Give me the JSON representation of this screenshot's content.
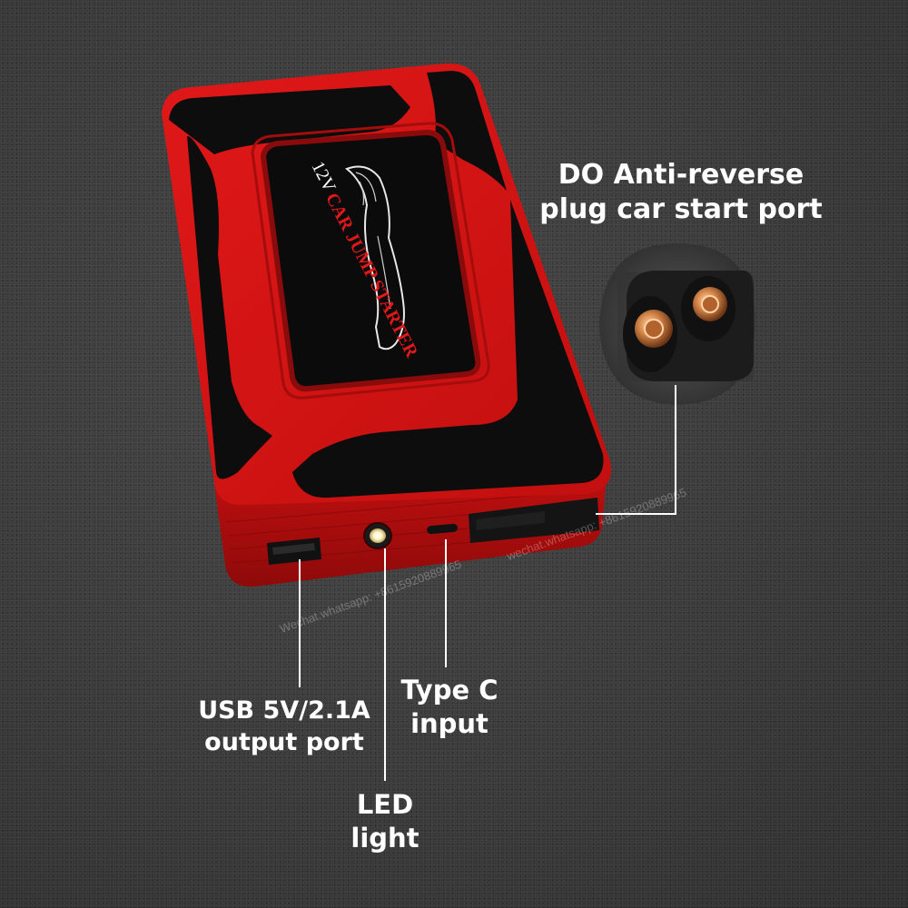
{
  "product": {
    "title_line1": "12V",
    "title_line2": "CAR JUMP STARTER",
    "accent_color": "#d71414",
    "body_color": "#0d0d0d"
  },
  "callouts": {
    "car_port": {
      "line1": "DO Anti-reverse",
      "line2": "plug car start port"
    },
    "usb": {
      "line1": "USB 5V/2.1A",
      "line2": "output port"
    },
    "led": {
      "line1": "LED",
      "line2": "light"
    },
    "type_c": {
      "line1": "Type C",
      "line2": "input"
    }
  },
  "watermark": {
    "text_a": "Wechat.whatsapp: +8615920889965",
    "text_b": "wechat.whatsapp: +8615920889965"
  }
}
